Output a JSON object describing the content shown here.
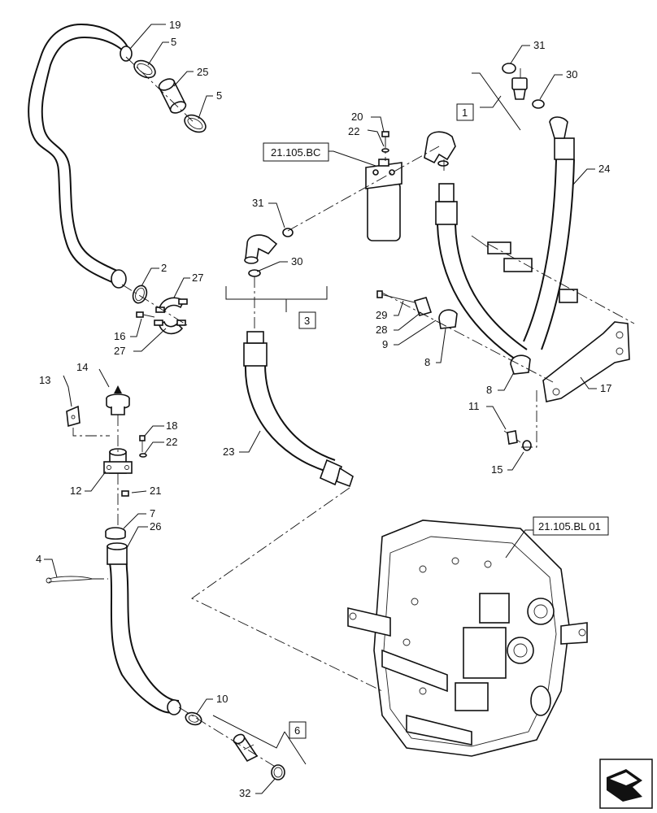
{
  "diagram": {
    "part_labels": {
      "p19": "19",
      "p5a": "5",
      "p25": "25",
      "p5b": "5",
      "p2": "2",
      "p27a": "27",
      "p16": "16",
      "p27b": "27",
      "p13": "13",
      "p14": "14",
      "p18": "18",
      "p22a": "22",
      "p12": "12",
      "p21": "21",
      "p7": "7",
      "p26": "26",
      "p4": "4",
      "p10": "10",
      "p32": "32",
      "p20": "20",
      "p22b": "22",
      "p31a": "31",
      "p30a": "30",
      "p23": "23",
      "p31b": "31",
      "p30b": "30",
      "p24": "24",
      "p29": "29",
      "p28": "28",
      "p9": "9",
      "p8a": "8",
      "p8b": "8",
      "p17": "17",
      "p11": "11",
      "p15": "15"
    },
    "callout_boxes": {
      "box1": "1",
      "box3": "3",
      "box6": "6"
    },
    "references": {
      "filter_ref": "21.105.BC",
      "transmission_ref": "21.105.BL 01"
    },
    "icons": {
      "direction": "direction-arrow-icon"
    }
  }
}
